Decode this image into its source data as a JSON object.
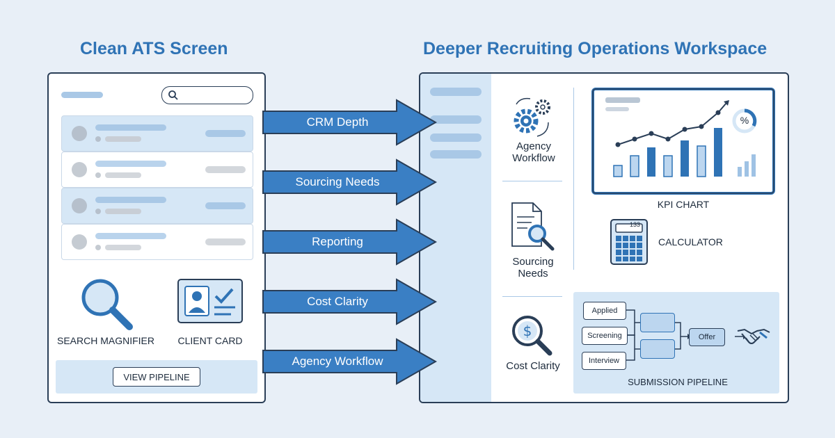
{
  "left_title": "Clean ATS Screen",
  "right_title": "Deeper Recruiting Operations Workspace",
  "left_panel": {
    "search_magnifier_label": "SEARCH MAGNIFIER",
    "client_card_label": "CLIENT CARD",
    "view_pipeline_button": "VIEW PIPELINE"
  },
  "arrows": [
    {
      "label": "CRM Depth"
    },
    {
      "label": "Sourcing Needs"
    },
    {
      "label": "Reporting"
    },
    {
      "label": "Cost Clarity"
    },
    {
      "label": "Agency Workflow"
    }
  ],
  "right_panel": {
    "agency_workflow": "Agency Workflow",
    "sourcing_needs": "Sourcing Needs",
    "cost_clarity": "Cost Clarity",
    "kpi_chart_label": "KPI CHART",
    "kpi_percent_symbol": "%",
    "calculator_label": "CALCULATOR",
    "calculator_display": "133",
    "pipeline": {
      "stages": [
        "Applied",
        "Screening",
        "Interview"
      ],
      "offer": "Offer",
      "label": "SUBMISSION PIPELINE"
    }
  },
  "colors": {
    "accent": "#2f73b5",
    "arrow_fill": "#3a7fc4",
    "outline": "#2a3e57",
    "light_fill": "#d6e7f6",
    "background": "#e8eff7"
  }
}
